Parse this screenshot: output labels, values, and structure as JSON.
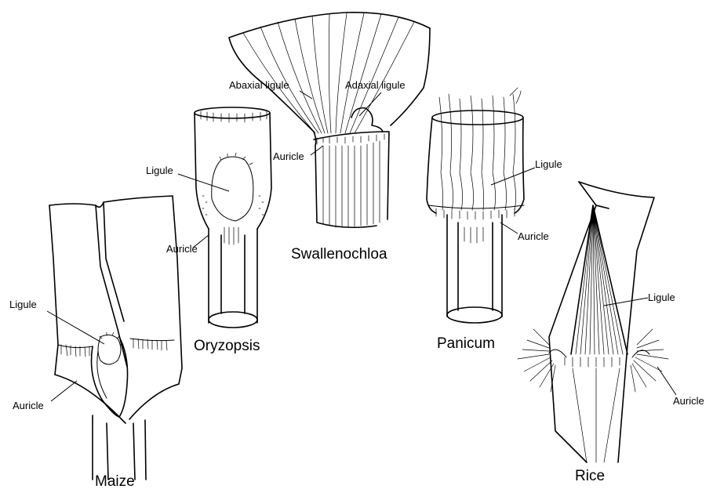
{
  "specimens": {
    "maize": {
      "name": "Maize",
      "ligule": "Ligule",
      "auricle": "Auricle"
    },
    "oryzopsis": {
      "name": "Oryzopsis",
      "ligule": "Ligule",
      "auricle": "Auricle"
    },
    "swallenochloa": {
      "name": "Swallenochloa",
      "abaxial": "Abaxial ligule",
      "adaxial": "Adaxial ligule",
      "auricle": "Auricle"
    },
    "panicum": {
      "name": "Panicum",
      "ligule": "Ligule",
      "auricle": "Auricle"
    },
    "rice": {
      "name": "Rice",
      "ligule": "Ligule",
      "auricle": "Auricle"
    }
  }
}
